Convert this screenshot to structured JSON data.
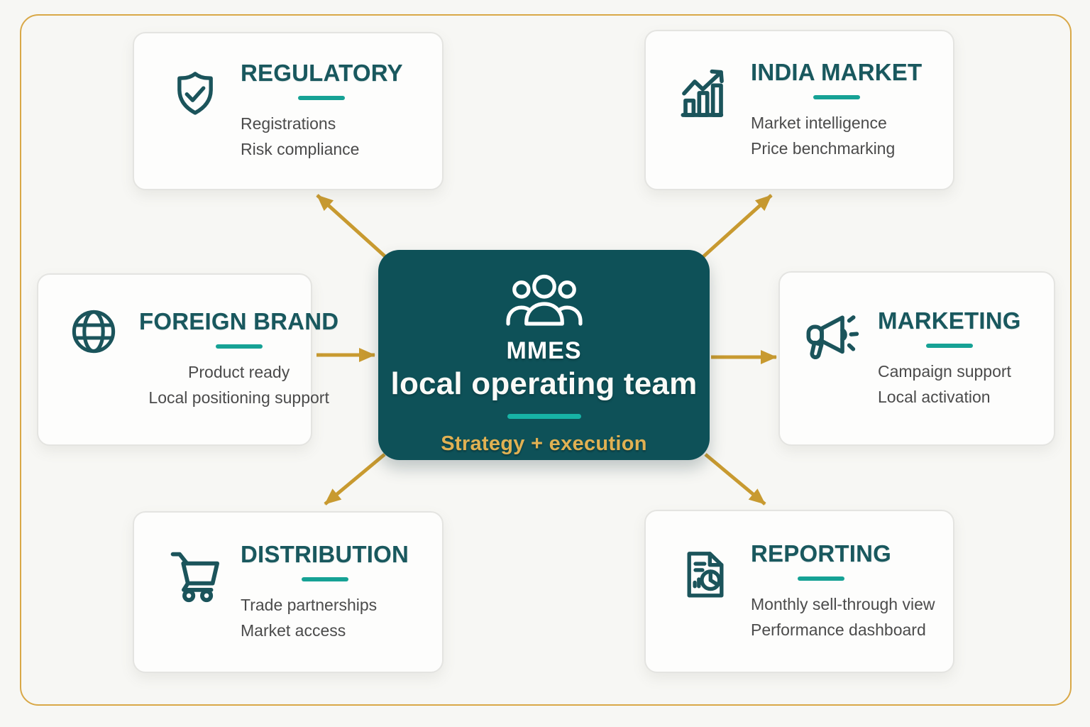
{
  "page": {
    "background_color": "#f7f7f4",
    "frame_border_color": "#d9a847"
  },
  "palette": {
    "hub_background": "#0e5158",
    "title_teal": "#19585e",
    "accent_teal": "#16a295",
    "arrow_gold": "#c89a30",
    "subtitle_gold": "#e0b153",
    "body_gray": "#4b4b4b"
  },
  "center": {
    "icon": "people-group-icon",
    "org": "MMES",
    "title": "local operating team",
    "subtitle": "Strategy + execution"
  },
  "cards": [
    {
      "id": "regulatory",
      "icon": "shield-check-icon",
      "title": "REGULATORY",
      "lines": [
        "Registrations",
        "Risk compliance"
      ]
    },
    {
      "id": "india-market",
      "icon": "growth-chart-icon",
      "title": "INDIA MARKET",
      "lines": [
        "Market intelligence",
        "Price benchmarking"
      ]
    },
    {
      "id": "foreign-brand",
      "icon": "globe-icon",
      "title": "FOREIGN BRAND",
      "lines": [
        "Product ready",
        "Local positioning support"
      ]
    },
    {
      "id": "marketing",
      "icon": "megaphone-icon",
      "title": "MARKETING",
      "lines": [
        "Campaign support",
        "Local activation"
      ]
    },
    {
      "id": "distribution",
      "icon": "shopping-cart-icon",
      "title": "DISTRIBUTION",
      "lines": [
        "Trade partnerships",
        "Market access"
      ]
    },
    {
      "id": "reporting",
      "icon": "report-document-icon",
      "title": "REPORTING",
      "lines": [
        "Monthly sell-through view",
        "Performance dashboard"
      ]
    }
  ],
  "connections": [
    {
      "from": "center",
      "to": "regulatory"
    },
    {
      "from": "center",
      "to": "india-market"
    },
    {
      "from": "foreign-brand",
      "to": "center"
    },
    {
      "from": "center",
      "to": "marketing"
    },
    {
      "from": "center",
      "to": "distribution"
    },
    {
      "from": "center",
      "to": "reporting"
    }
  ]
}
